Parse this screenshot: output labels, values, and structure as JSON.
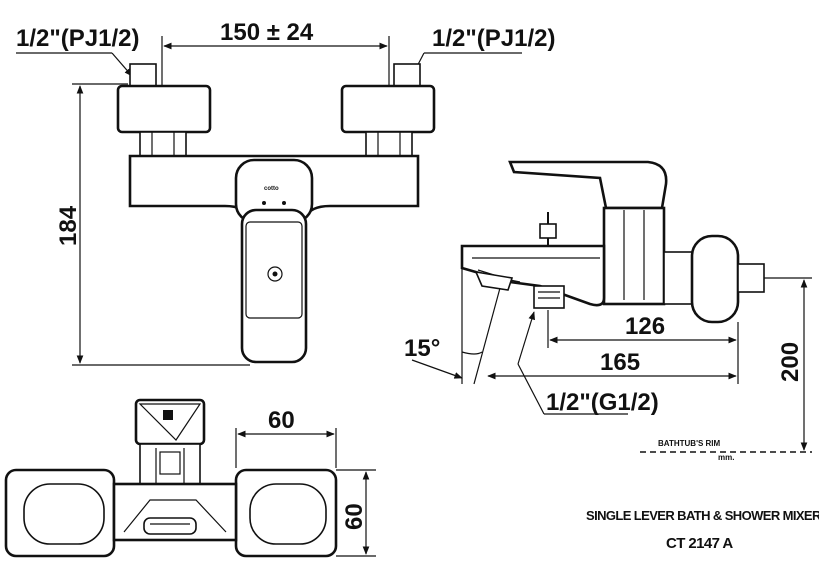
{
  "front_view": {
    "inlet_left": "1/2\"(PJ1/2)",
    "inlet_right": "1/2\"(PJ1/2)",
    "centers_dim": "150 ± 24",
    "height_dim": "184",
    "brand_mark": "cotto"
  },
  "side_view": {
    "angle_dim": "15°",
    "spout_length_dim": "126",
    "overall_length_dim": "165",
    "height_above_rim_dim": "200",
    "outlet_thread": "1/2\"(G1/2)",
    "rim_label": "BATHTUB'S RIM",
    "unit_label": "mm."
  },
  "top_view": {
    "width_dim": "60",
    "depth_dim": "60"
  },
  "title_block": {
    "description": "SINGLE LEVER BATH & SHOWER MIXER",
    "model": "CT 2147 A"
  }
}
